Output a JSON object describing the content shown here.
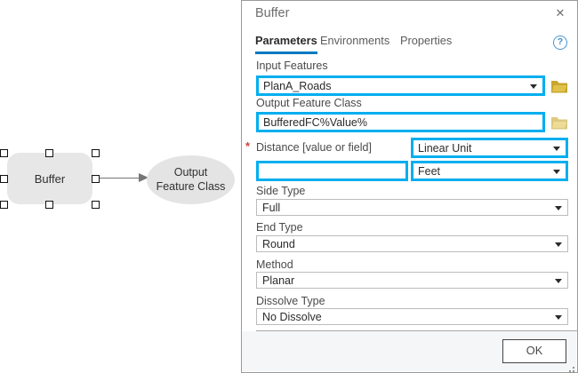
{
  "canvas": {
    "buffer_node_label": "Buffer",
    "output_node_label": "Output Feature Class"
  },
  "panel": {
    "title": "Buffer",
    "close_icon": "✕",
    "help_icon": "?",
    "tabs": [
      {
        "label": "Parameters"
      },
      {
        "label": "Environments"
      },
      {
        "label": "Properties"
      }
    ],
    "active_tab": "Parameters",
    "input_features": {
      "label": "Input Features",
      "value": "PlanA_Roads"
    },
    "output_feature_class": {
      "label": "Output Feature Class",
      "value": "BufferedFC%Value%"
    },
    "distance": {
      "required_marker": "*",
      "label": "Distance [value or field]",
      "type_selected": "Linear Unit",
      "value": "",
      "unit_selected": "Feet"
    },
    "side_type": {
      "label": "Side Type",
      "value": "Full"
    },
    "end_type": {
      "label": "End Type",
      "value": "Round"
    },
    "method": {
      "label": "Method",
      "value": "Planar"
    },
    "dissolve_type": {
      "label": "Dissolve Type",
      "value": "No Dissolve"
    },
    "ok_label": "OK"
  },
  "colors": {
    "highlight_border": "#00aeef",
    "tab_underline": "#0079c1",
    "folder_gold": "#d9b63b",
    "required_red": "#cd4437"
  }
}
